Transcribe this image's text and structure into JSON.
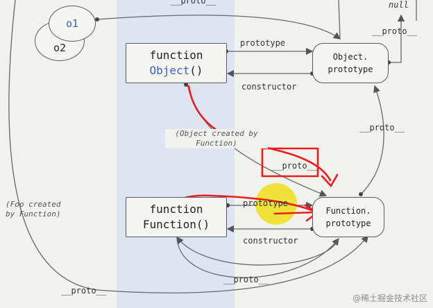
{
  "nodes": {
    "o1": "o1",
    "o2": "o2",
    "object_fn_line1": "function",
    "object_fn_name": "Object",
    "object_fn_parens": "()",
    "object_proto_line1": "Object.",
    "object_proto_line2": "prototype",
    "function_fn_line1": "function",
    "function_fn_line2": "Function()",
    "function_proto_line1": "Function.",
    "function_proto_line2": "prototype"
  },
  "labels": {
    "top_proto": "__proto__",
    "null": "null",
    "null_proto": "__proto__",
    "prototype_top": "prototype",
    "constructor_top": "constructor",
    "object_created_by_function": "(Object created by Function)",
    "proto_function_to_object": "__proto__",
    "proto_highlighted": "__proto__",
    "foo_created_by_function": "(Foo created by Function)",
    "prototype_bottom": "prototype",
    "constructor_bottom": "constructor",
    "proto_bottom_center": "__proto__",
    "proto_bottom_left": "__proto__"
  },
  "watermark": "@稀土掘金技术社区",
  "colors": {
    "annotation_red": "#ef1a1a",
    "highlight_yellow": "#efe11a",
    "lane_blue": "#dde5f2",
    "object_name_blue": "#3a62c9"
  }
}
